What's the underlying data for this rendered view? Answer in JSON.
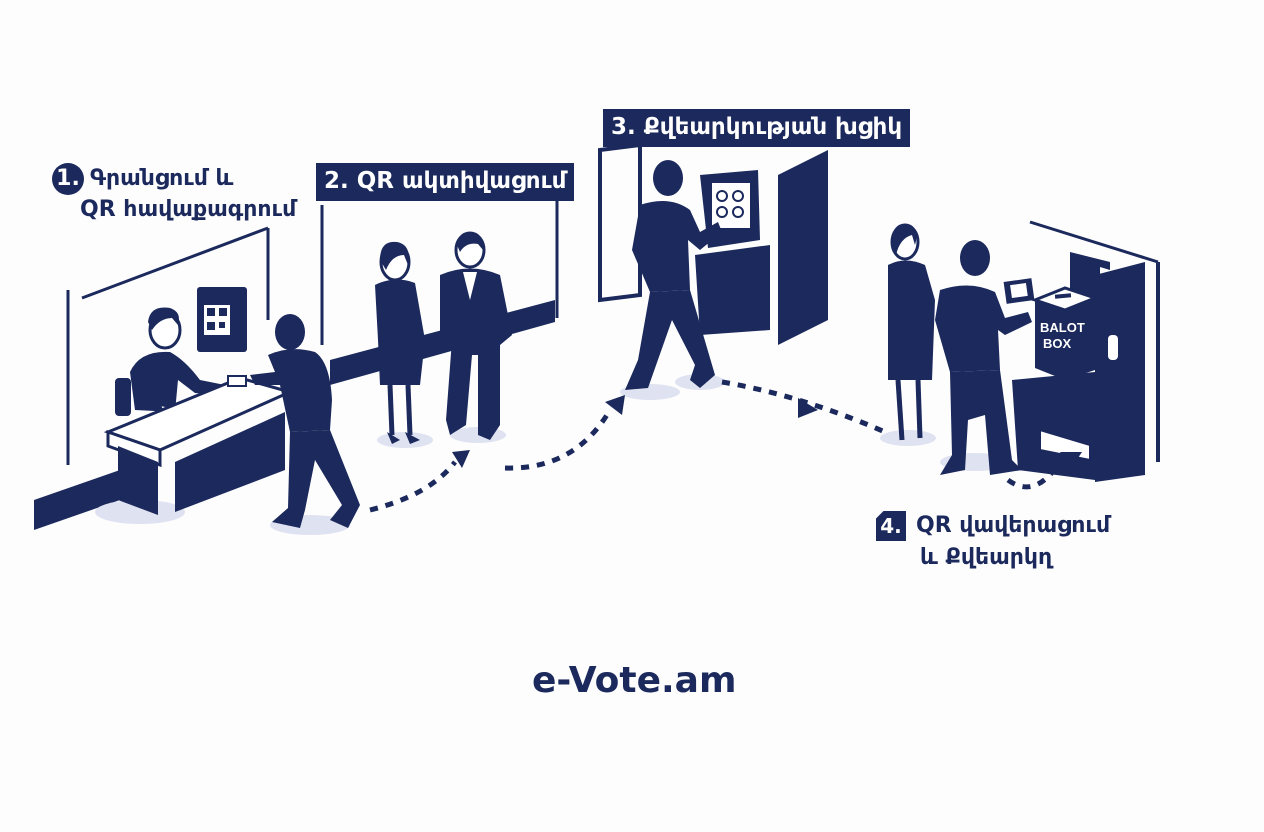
{
  "colors": {
    "primary": "#1b295c",
    "shadow": "#dfe2f0",
    "background": "#fdfdfe"
  },
  "steps": [
    {
      "number": "1.",
      "line1": "Գրանցում և",
      "line2": "QR հավաքագրում",
      "scene": "registration-desk"
    },
    {
      "number": "2.",
      "label": "2. QR ակտիվացում",
      "scene": "qr-activation-officials"
    },
    {
      "number": "3.",
      "label": "3. Քվեարկության խցիկ",
      "scene": "voting-booth-touchscreen"
    },
    {
      "number": "4.",
      "line1": "QR վավերացում",
      "line2": "և Քվեարկղ",
      "scene": "ballot-box"
    }
  ],
  "ballot_box_text": {
    "line1": "BALOT",
    "line2": "BOX"
  },
  "brand": "e-Vote.am"
}
